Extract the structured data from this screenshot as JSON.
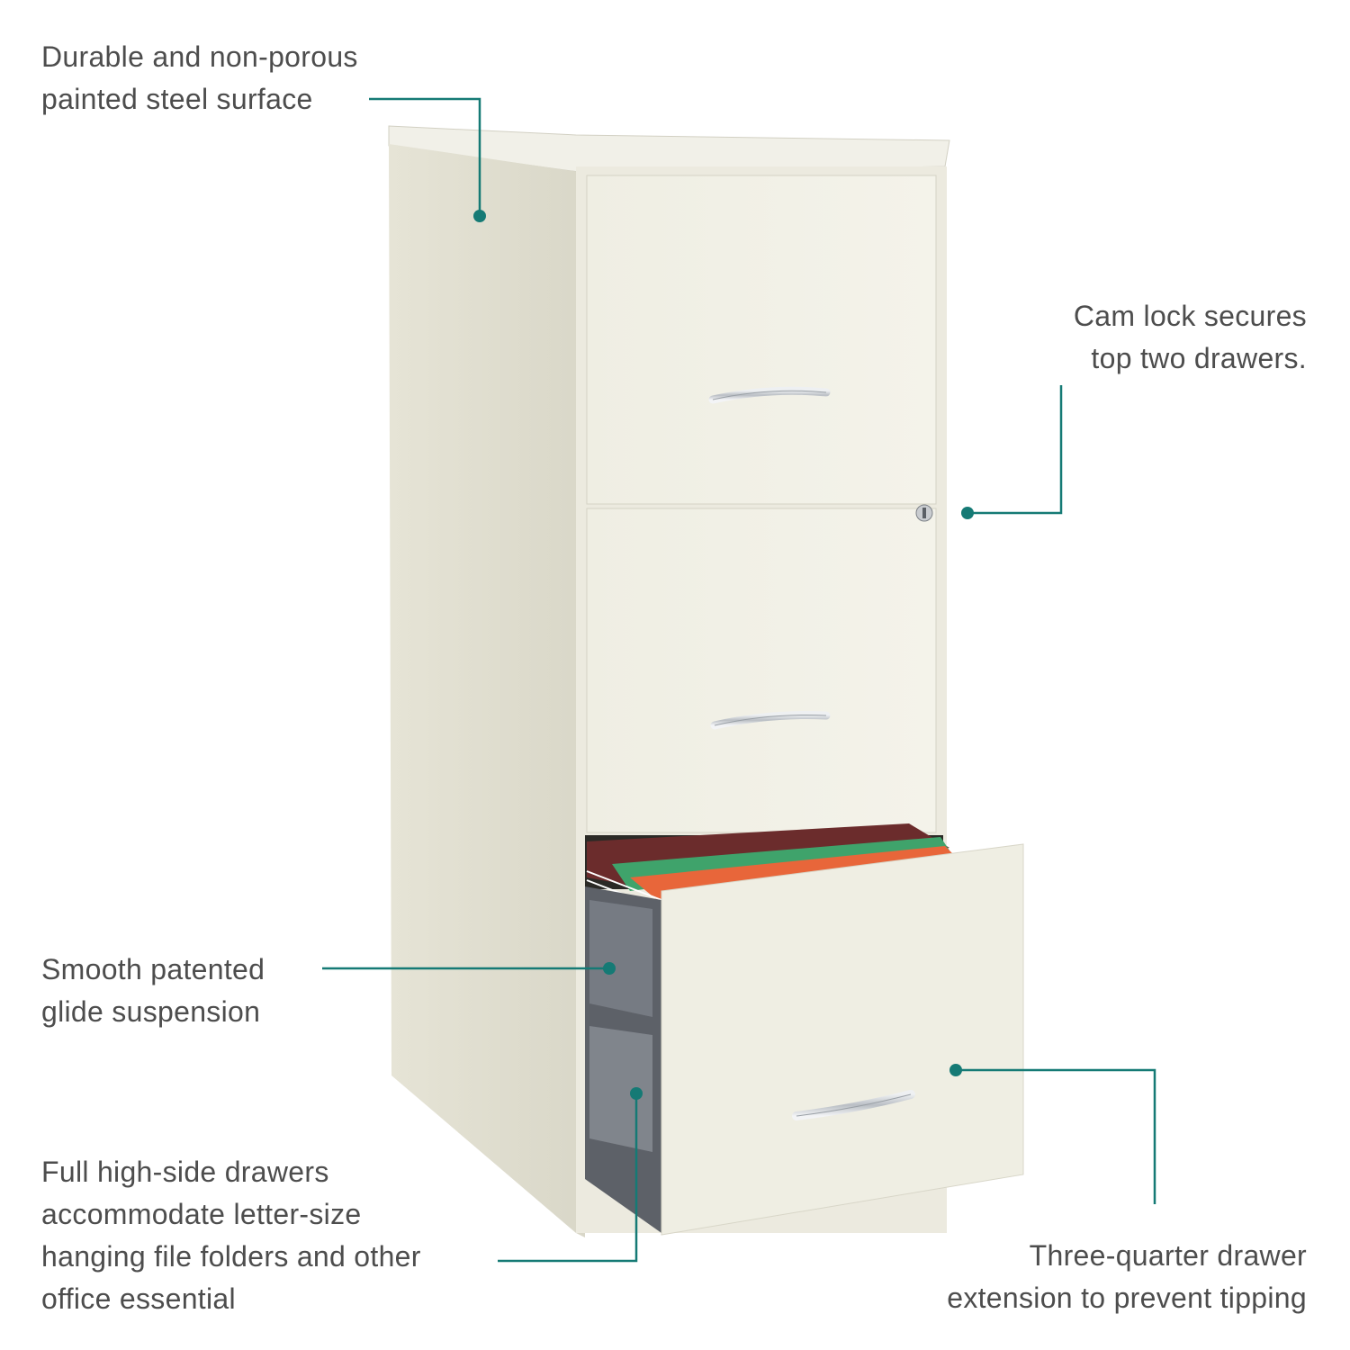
{
  "accent_color": "#157a75",
  "callouts": {
    "surface": {
      "lines": [
        "Durable and non-porous",
        "painted steel surface"
      ]
    },
    "lock": {
      "lines": [
        "Cam lock secures",
        "top two drawers."
      ]
    },
    "glide": {
      "lines": [
        "Smooth patented",
        "glide suspension"
      ]
    },
    "drawers": {
      "lines": [
        "Full high-side drawers",
        "accommodate letter-size",
        "hanging file folders and other",
        "office essential"
      ]
    },
    "extension": {
      "lines": [
        "Three-quarter drawer",
        "extension to prevent tipping"
      ]
    }
  }
}
